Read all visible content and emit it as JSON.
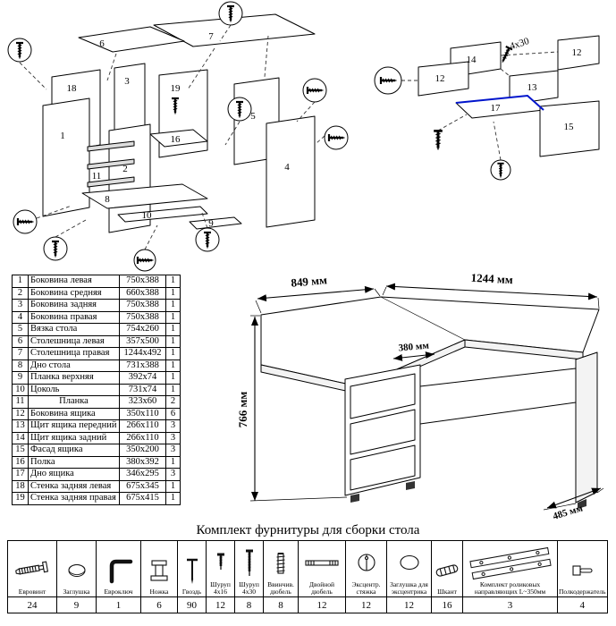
{
  "colors": {
    "highlight_blue": "#0014cc",
    "line": "#000000"
  },
  "exploded": {
    "labels": [
      "1",
      "2",
      "3",
      "4",
      "5",
      "6",
      "7",
      "8",
      "9",
      "10",
      "11",
      "16",
      "18",
      "19"
    ]
  },
  "drawer_detail": {
    "labels": [
      "12",
      "12",
      "13",
      "14",
      "15",
      "17"
    ],
    "screw_size": "4x30"
  },
  "desk": {
    "dim_left_top": "849 мм",
    "dim_right_top": "1244 мм",
    "dim_inner": "380 мм",
    "dim_height": "766 мм",
    "dim_depth": "485 мм"
  },
  "parts": {
    "rows": [
      {
        "num": "1",
        "name": "Боковина левая",
        "size": "750x388",
        "qty": "1"
      },
      {
        "num": "2",
        "name": "Боковина средняя",
        "size": "660x388",
        "qty": "1"
      },
      {
        "num": "3",
        "name": "Боковина задняя",
        "size": "750x388",
        "qty": "1"
      },
      {
        "num": "4",
        "name": "Боковина правая",
        "size": "750x388",
        "qty": "1"
      },
      {
        "num": "5",
        "name": "Вязка стола",
        "size": "754x260",
        "qty": "1"
      },
      {
        "num": "6",
        "name": "Столешница левая",
        "size": "357x500",
        "qty": "1"
      },
      {
        "num": "7",
        "name": "Столешница правая",
        "size": "1244x492",
        "qty": "1"
      },
      {
        "num": "8",
        "name": "Дно стола",
        "size": "731x388",
        "qty": "1"
      },
      {
        "num": "9",
        "name": "Планка верхняя",
        "size": "392x74",
        "qty": "1"
      },
      {
        "num": "10",
        "name": "Цоколь",
        "size": "731x74",
        "qty": "1"
      },
      {
        "num": "11",
        "name": "Планка",
        "size": "323x60",
        "qty": "2"
      },
      {
        "num": "12",
        "name": "Боковина ящика",
        "size": "350x110",
        "qty": "6"
      },
      {
        "num": "13",
        "name": "Щит ящика передний",
        "size": "266x110",
        "qty": "3"
      },
      {
        "num": "14",
        "name": "Щит ящика задний",
        "size": "266x110",
        "qty": "3"
      },
      {
        "num": "15",
        "name": "Фасад ящика",
        "size": "350x200",
        "qty": "3"
      },
      {
        "num": "16",
        "name": "Полка",
        "size": "380x392",
        "qty": "1"
      },
      {
        "num": "17",
        "name": "Дно ящика",
        "size": "346x295",
        "qty": "3"
      },
      {
        "num": "18",
        "name": "Стенка задняя левая",
        "size": "675x345",
        "qty": "1"
      },
      {
        "num": "19",
        "name": "Стенка задняя правая",
        "size": "675x415",
        "qty": "1"
      }
    ]
  },
  "hardware": {
    "title": "Комплект фурнитуры для сборки стола",
    "items": [
      {
        "icon": "euro-screw-icon",
        "label": "Евровинт",
        "qty": "24"
      },
      {
        "icon": "cap-icon",
        "label": "Заглушка",
        "qty": "9"
      },
      {
        "icon": "hex-key-icon",
        "label": "Евроключ",
        "qty": "1"
      },
      {
        "icon": "leg-icon",
        "label": "Ножка",
        "qty": "6"
      },
      {
        "icon": "nail-icon",
        "label": "Гвоздь",
        "qty": "90"
      },
      {
        "icon": "screw-4x16-icon",
        "label": "Шуруп 4x16",
        "qty": "12"
      },
      {
        "icon": "screw-4x30-icon",
        "label": "Шуруп 4x30",
        "qty": "8"
      },
      {
        "icon": "threaded-dowel-icon",
        "label": "Ввинчив. дюбель",
        "qty": "8"
      },
      {
        "icon": "double-dowel-icon",
        "label": "Двойной дюбель",
        "qty": "12"
      },
      {
        "icon": "cam-lock-icon",
        "label": "Эксцентр. стяжка",
        "qty": "12"
      },
      {
        "icon": "cam-cap-icon",
        "label": "Заглушка для эксцентрика",
        "qty": "12"
      },
      {
        "icon": "wood-dowel-icon",
        "label": "Шкант",
        "qty": "16"
      },
      {
        "icon": "roller-guides-icon",
        "label": "Комплект роликовых направляющих L~350мм",
        "qty": "3"
      },
      {
        "icon": "shelf-support-icon",
        "label": "Полкодержатель",
        "qty": "4"
      }
    ]
  }
}
